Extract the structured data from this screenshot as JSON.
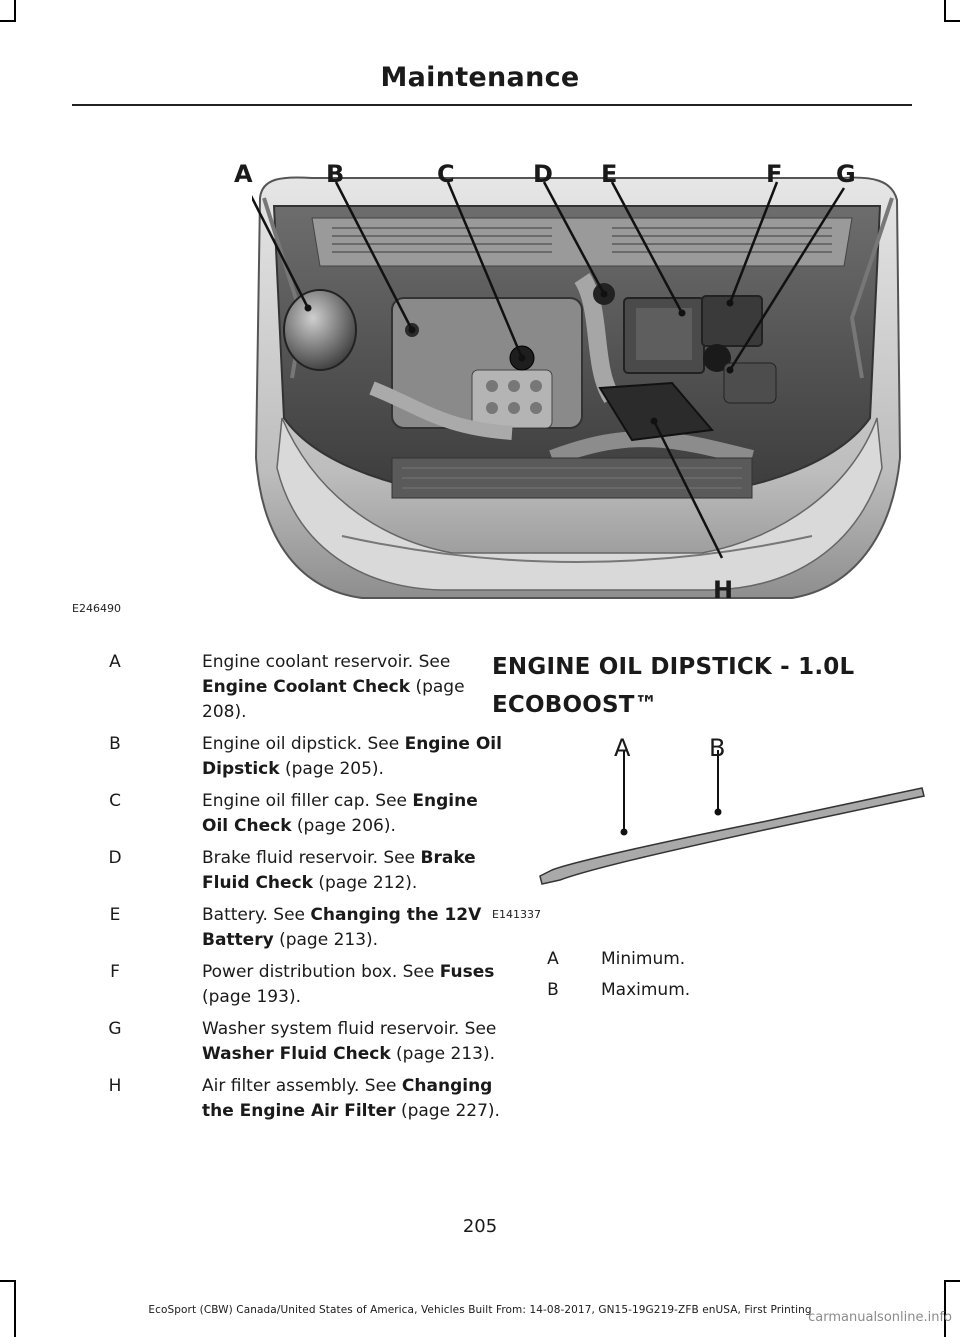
{
  "header": {
    "title": "Maintenance"
  },
  "engine_figure": {
    "code": "E246490",
    "callouts": [
      "A",
      "B",
      "C",
      "D",
      "E",
      "F",
      "G",
      "H"
    ]
  },
  "engine_legend": [
    {
      "key": "A",
      "text": "Engine coolant reservoir.  See ",
      "link": "Engine Coolant Check",
      "tail": " (page 208)."
    },
    {
      "key": "B",
      "text": "Engine oil dipstick.  See ",
      "link": "Engine Oil Dipstick",
      "tail": " (page 205)."
    },
    {
      "key": "C",
      "text": "Engine oil filler cap.  See ",
      "link": "Engine Oil Check",
      "tail": " (page 206)."
    },
    {
      "key": "D",
      "text": "Brake fluid reservoir.  See ",
      "link": "Brake Fluid Check",
      "tail": " (page 212)."
    },
    {
      "key": "E",
      "text": "Battery.  See ",
      "link": "Changing the 12V Battery",
      "tail": " (page 213)."
    },
    {
      "key": "F",
      "text": "Power distribution box.  See ",
      "link": "Fuses",
      "tail": " (page 193)."
    },
    {
      "key": "G",
      "text": "Washer system fluid reservoir.  See ",
      "link": "Washer Fluid Check",
      "tail": " (page 213)."
    },
    {
      "key": "H",
      "text": "Air filter assembly.  See ",
      "link": "Changing the Engine Air Filter",
      "tail": " (page 227)."
    }
  ],
  "section": {
    "heading": "ENGINE OIL DIPSTICK - 1.0L ECOBOOST™"
  },
  "dipstick_figure": {
    "code": "E141337",
    "callouts": [
      "A",
      "B"
    ]
  },
  "dipstick_legend": [
    {
      "key": "A",
      "text": "Minimum."
    },
    {
      "key": "B",
      "text": "Maximum."
    }
  ],
  "page_number": "205",
  "footer": "EcoSport (CBW) Canada/United States of America, Vehicles Built From: 14-08-2017, GN15-19G219-ZFB enUSA, First Printing",
  "watermark": "carmanualsonline.info"
}
